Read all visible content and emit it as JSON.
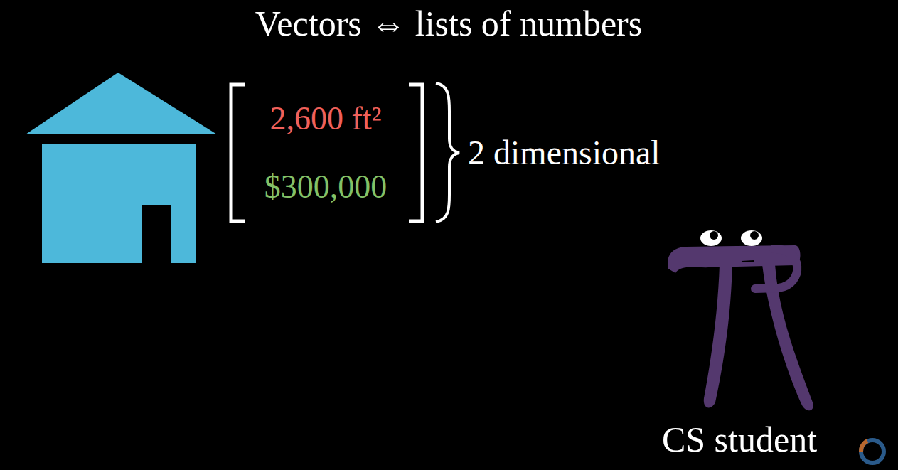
{
  "diagram": {
    "title": "Vectors ⇔ lists of numbers",
    "labels": [
      "2,600 ft²",
      "$300,000",
      "2 dimensional",
      "CS student"
    ]
  }
}
